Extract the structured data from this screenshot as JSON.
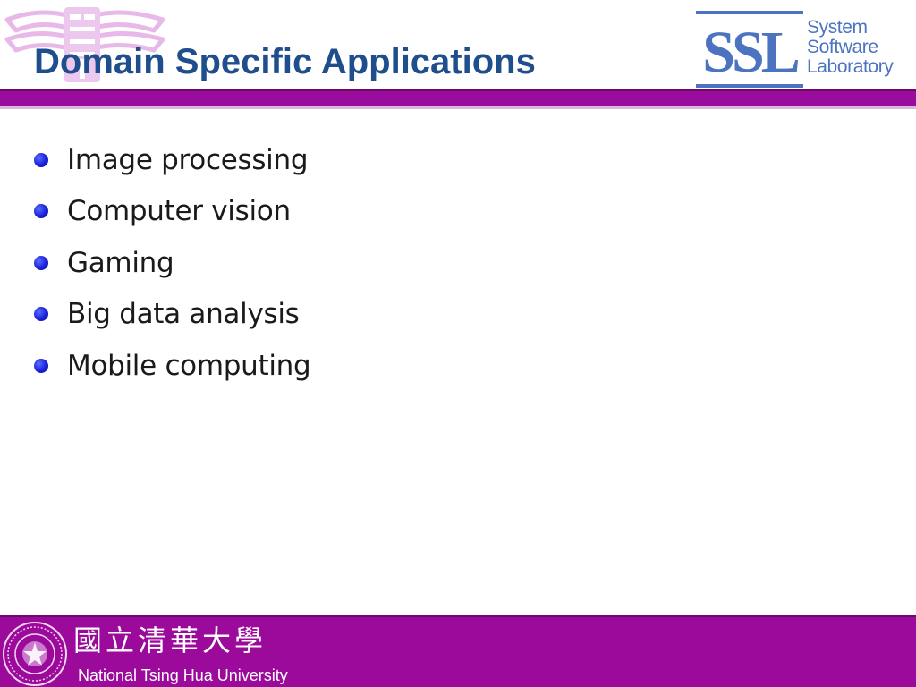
{
  "slide": {
    "title": "Domain Specific Applications",
    "bullets": [
      "Image processing",
      "Computer vision",
      "Gaming",
      "Big data analysis",
      "Mobile computing"
    ]
  },
  "logo": {
    "mark": "SSL",
    "text_lines": [
      "System",
      "Software",
      "Laboratory"
    ],
    "color": "#4b73c0"
  },
  "footer": {
    "chinese_name": "國立清華大學",
    "english_name": "National Tsing Hua University"
  },
  "colors": {
    "title": "#1f4e8c",
    "accent_bar": "#9a0c9b",
    "bullet": "#1a20d8",
    "footer_bg": "#9b0a9b"
  },
  "icons": {
    "header_watermark": "university-emblem-watermark-icon",
    "footer_seal": "university-seal-icon",
    "bullet": "bullet-dot-icon"
  }
}
